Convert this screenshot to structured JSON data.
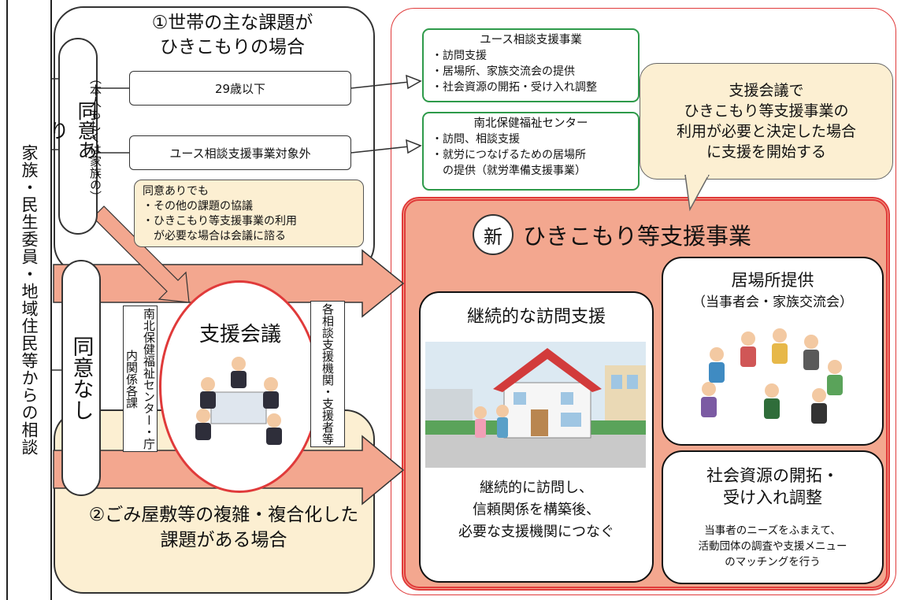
{
  "consult_source": "家族・民生委員・地域住民等からの相談",
  "case1_title": [
    "①世帯の主な課題が",
    "ひきこもりの場合"
  ],
  "case2_title": [
    "②ごみ屋敷等の複雑・複合化した",
    "課題がある場合"
  ],
  "consent_yes": "同意あり",
  "consent_yes_sub": "（本人もしくは家族の）",
  "consent_no": "同意なし",
  "route_under29": "29歳以下",
  "route_other": "ユース相談支援事業対象外",
  "youth_service": {
    "title": "ユース相談支援事業",
    "items": [
      "・訪問支援",
      "・居場所、家族交流会の提供",
      "・社会資源の開拓・受け入れ調整"
    ]
  },
  "health_center": {
    "title": "南北保健福祉センター",
    "items": [
      "・訪問、相談支援",
      "・就労につなげるための居場所",
      "　の提供（就労準備支援事業）"
    ]
  },
  "consent_note": [
    "同意ありでも",
    "・その他の課題の協議",
    "・ひきこもり等支援事業の利用",
    "　が必要な場合は会議に諮る"
  ],
  "decision_bubble": [
    "支援会議で",
    "ひきこもり等支援事業の",
    "利用が必要と決定した場合",
    "に支援を開始する"
  ],
  "meeting_title": "支援会議",
  "meeting_left_party": "南北保健福祉センター・庁内関係各課",
  "meeting_right_party": "各相談支援機関・支援者等",
  "new_badge": "新",
  "program_title": "ひきこもり等支援事業",
  "visit_support": {
    "title": "継続的な訪問支援",
    "desc": [
      "継続的に訪問し、",
      "信頼関係を構築後、",
      "必要な支援機関につなぐ"
    ]
  },
  "place_provision": {
    "title": "居場所提供",
    "subtitle": "（当事者会・家族交流会）"
  },
  "resource_dev": {
    "title": [
      "社会資源の開拓・",
      "受け入れ調整"
    ],
    "desc": [
      "当事者のニーズをふまえて、",
      "活動団体の調査や支援メニュー",
      "のマッチングを行う"
    ]
  },
  "colors": {
    "red": "#e03a3a",
    "salmon": "#f3a78f",
    "cream": "#fcefd2",
    "green": "#2e9a4a"
  }
}
